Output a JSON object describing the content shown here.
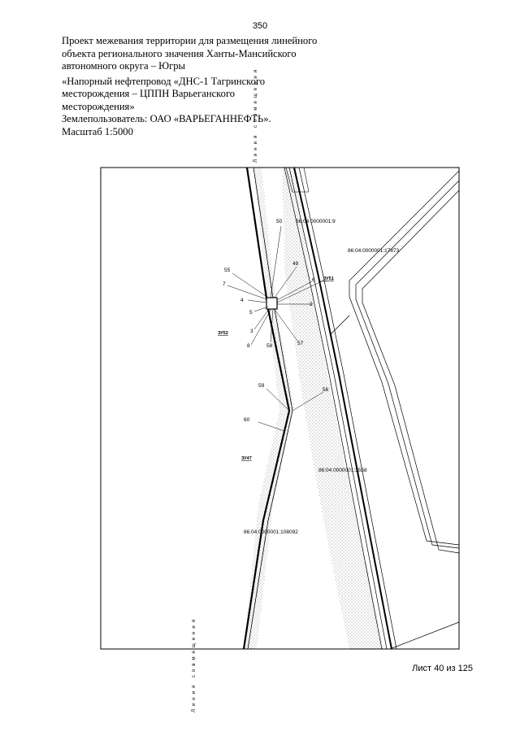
{
  "page_number": "350",
  "header": {
    "line1": "Проект межевания территории для размещения линейного",
    "line2": "объекта регионального значения Ханты-Мансийского",
    "line3": "автономного округа – Югры",
    "line4": "«Напорный нефтепровод «ДНС-1 Тагринского",
    "line5": "месторождения – ЦППН Варьеганского",
    "line6": "месторождения»",
    "line7": "Землепользователь: ОАО «ВАРЬЕГАННЕФТЬ».",
    "line8": "Масштаб 1:5000"
  },
  "plan": {
    "match_line_top": "Линия совмещения",
    "match_line_bottom": "Линия совмещения",
    "parcels": {
      "p1": "86:04:0000001:9",
      "p2": "86:04:0000001:17873",
      "p3": "86:04:0000001:2558",
      "p4": "86:04:0000001:108092"
    },
    "zones": {
      "z51": "ЗУ51",
      "z52": "ЗУ52",
      "z47": "ЗУ47"
    },
    "points": {
      "n50": "50",
      "n49": "49",
      "n55": "55",
      "n7": "7",
      "n6": "6",
      "n4": "4",
      "n5": "5",
      "n3": "3",
      "n8": "8",
      "n58": "58",
      "n57": "57",
      "n59": "59",
      "n56": "56",
      "n60": "60",
      "n2": "2"
    }
  },
  "footer": {
    "sheet": "Лист 40 из 125"
  }
}
